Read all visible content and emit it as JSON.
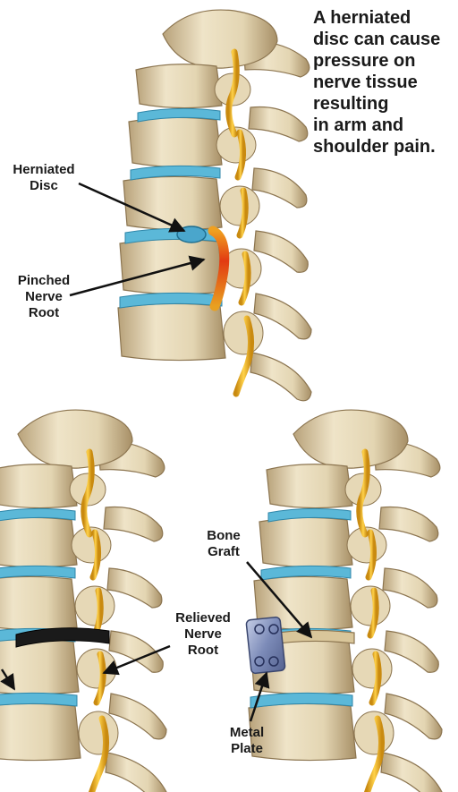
{
  "caption": {
    "lines": [
      "A herniated",
      "disc can cause",
      "pressure on",
      "nerve tissue",
      "resulting",
      "in arm and",
      "shoulder pain."
    ]
  },
  "labels": {
    "herniated_disc": [
      "Herniated",
      "Disc"
    ],
    "pinched_nerve_root": [
      "Pinched",
      "Nerve",
      "Root"
    ],
    "relieved_nerve_root": [
      "Relieved",
      "Nerve",
      "Root"
    ],
    "bone_graft": [
      "Bone",
      "Graft"
    ],
    "metal_plate": [
      "Metal",
      "Plate"
    ]
  },
  "colors": {
    "bone": "#e8dcc0",
    "bone_shadow": "#b8a27a",
    "disc": "#5bb8d8",
    "nerve": "#e8b020",
    "pinched_nerve": "#e03010",
    "plate": "#7f8fb8",
    "removed_disc": "#1a1a1a"
  }
}
